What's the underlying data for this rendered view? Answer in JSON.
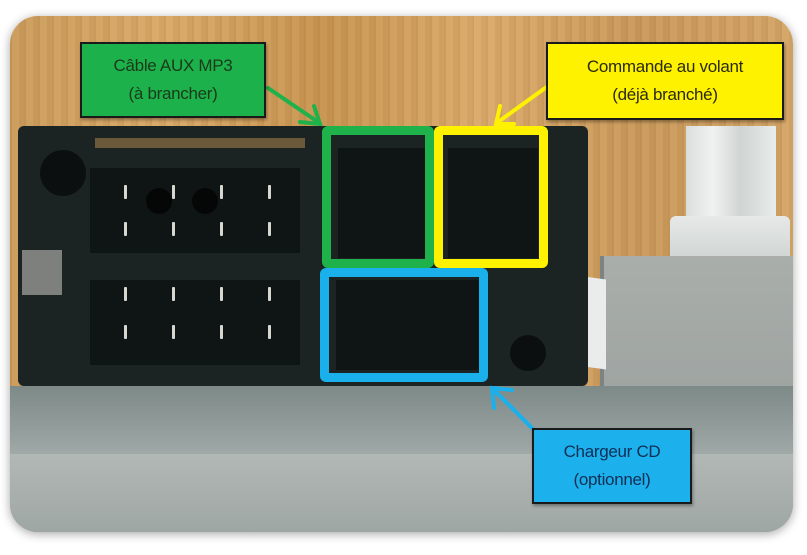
{
  "image": {
    "description": "Photo of the rear of a car radio showing ISO connectors with annotated callouts"
  },
  "callouts": {
    "aux": {
      "line1": "Câble AUX MP3",
      "line2": "(à brancher)",
      "color": "#1db14b",
      "frame_color": "#1fb14a"
    },
    "steering": {
      "line1": "Commande au volant",
      "line2": "(déjà branché)",
      "color": "#fff200",
      "frame_color": "#fff200"
    },
    "cd": {
      "line1": "Chargeur CD",
      "line2": "(optionnel)",
      "color": "#1cb1ec",
      "frame_color": "#1ab0ec"
    }
  }
}
